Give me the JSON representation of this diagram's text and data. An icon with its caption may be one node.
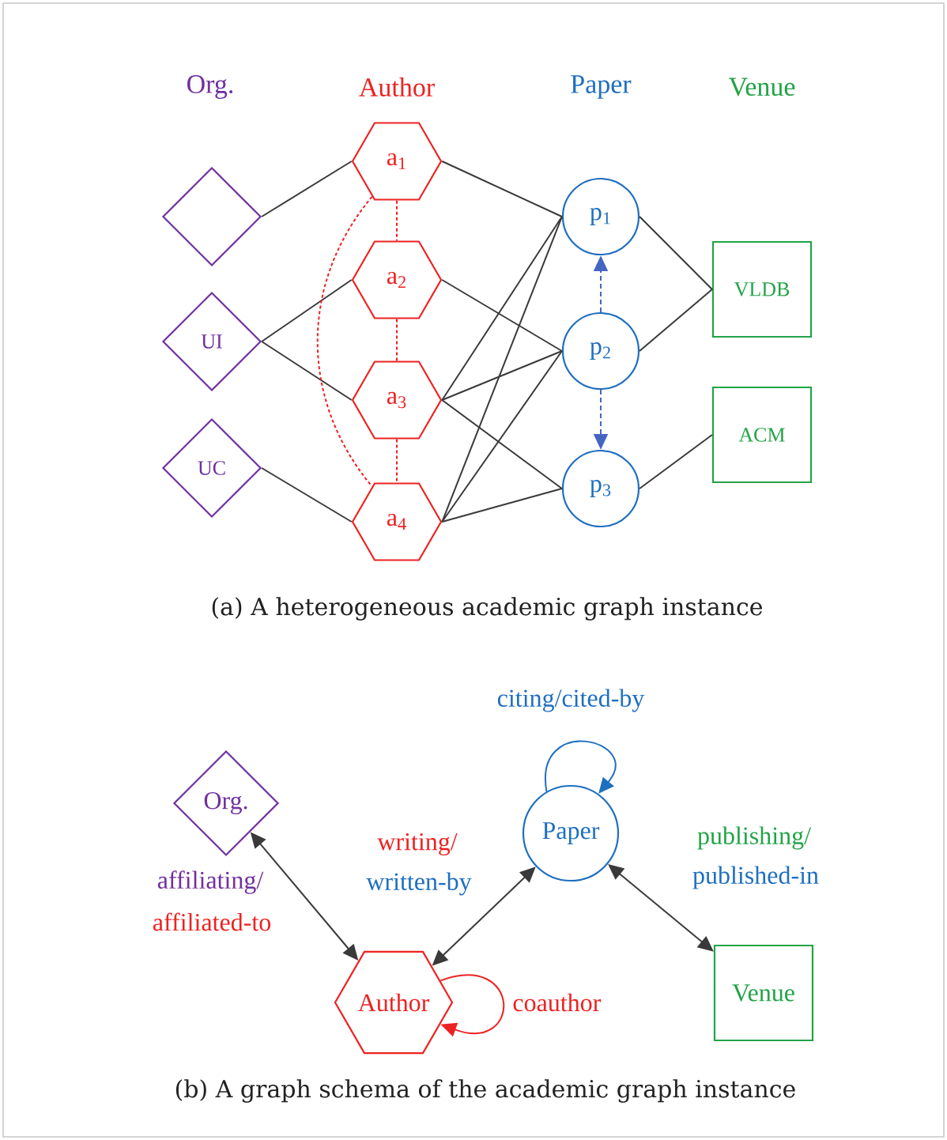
{
  "diagram": {
    "nodes": [
      {
        "text": [],
        "shape": "diamond"
      },
      {
        "text": [
          "UI"
        ]
      },
      {
        "text": [
          "UC"
        ]
      },
      {
        "text": [
          "a$_{1}$"
        ]
      },
      {
        "text": [
          "a$_{2}$"
        ]
      },
      {
        "text": [
          "a$_{3}$"
        ]
      },
      {
        "text": [
          "a$_{4}$"
        ]
      },
      {
        "text": [
          "p$_{1}$"
        ]
      },
      {
        "text": [
          "p$_{2}$"
        ]
      },
      {
        "text": [
          "p$_{3}$"
        ]
      },
      {
        "text": [
          "VLDB"
        ]
      },
      {
        "text": [
          "ACM"
        ]
      },
      {
        "text": [
          "Org."
        ]
      },
      {
        "text": [
          "Paper"
        ]
      },
      {
        "text": [
          "Author"
        ]
      },
      {
        "text": [
          "Venue"
        ]
      }
    ],
    "edges": [
      {
        "from": 0,
        "to": 3,
        "arrow": "none"
      },
      {
        "from": 1,
        "to": 4,
        "arrow": "none"
      },
      {
        "from": 1,
        "to": 5,
        "arrow": "none"
      },
      {
        "from": 2,
        "to": 6,
        "arrow": "none"
      },
      {
        "from": 3,
        "to": 7,
        "arrow": "none"
      },
      {
        "from": 4,
        "to": 8,
        "arrow": "none"
      },
      {
        "from": 5,
        "to": 7,
        "arrow": "none"
      },
      {
        "from": 5,
        "to": 8,
        "arrow": "none"
      },
      {
        "from": 5,
        "to": 9,
        "arrow": "none"
      },
      {
        "from": 6,
        "to": 7,
        "arrow": "none"
      },
      {
        "from": 6,
        "to": 8,
        "arrow": "none"
      },
      {
        "from": 6,
        "to": 9,
        "arrow": "none"
      },
      {
        "from": 7,
        "to": 10,
        "arrow": "none"
      },
      {
        "from": 8,
        "to": 10,
        "arrow": "none"
      },
      {
        "from": 9,
        "to": 11,
        "arrow": "none"
      },
      {
        "from": 3,
        "to": 4,
        "arrow": "none",
        "style": "dashed",
        "color": "#ee2222"
      },
      {
        "from": 4,
        "to": 5,
        "arrow": "none",
        "style": "dashed",
        "color": "#ee2222"
      },
      {
        "from": 5,
        "to": 6,
        "arrow": "none",
        "style": "dashed",
        "color": "#ee2222"
      },
      {
        "from": 3,
        "to": 6,
        "arrow": "none",
        "style": "dashed",
        "color": "#ee2222"
      },
      {
        "from": 8,
        "to": 7,
        "arrow": "to",
        "style": "dashed",
        "color": "#4466c0"
      },
      {
        "from": 8,
        "to": 9,
        "arrow": "to",
        "style": "dashed",
        "color": "#4466c0"
      },
      {
        "from": 12,
        "to": 14,
        "arrow": "both"
      },
      {
        "from": 14,
        "to": 13,
        "arrow": "both"
      },
      {
        "from": 13,
        "to": 15,
        "arrow": "both"
      },
      {
        "from": 13,
        "to": 13,
        "arrow": "to",
        "color": "#1f6fc0",
        "label": "citing/cited-by"
      },
      {
        "from": 14,
        "to": 14,
        "arrow": "to",
        "color": "#ee2222",
        "label": "coauthor"
      }
    ],
    "labels": [
      "Org.",
      "Author",
      "Paper",
      "Venue",
      "(a) A heterogeneous academic graph instance",
      "affiliating/",
      "affiliated-to",
      "writing/",
      "written-by",
      "publishing/",
      "published-in",
      "(b) A graph schema of the academic graph instance"
    ]
  }
}
